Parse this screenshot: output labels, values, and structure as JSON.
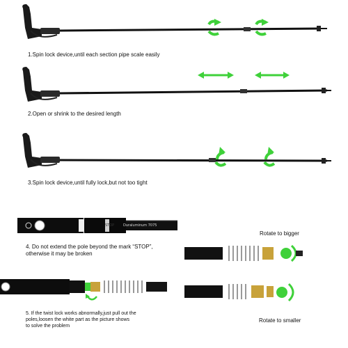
{
  "steps": [
    {
      "number": "1.",
      "text": "Spin lock device,until each section pipe scale easily"
    },
    {
      "number": "2.",
      "text": "Open or shrink to the desired length"
    },
    {
      "number": "3.",
      "text": "Spin lock device,until fully lock,but not too tight"
    }
  ],
  "tip4": {
    "line1": "4. Do not extend the pole beyond the mark “STOP”,",
    "line2": "otherwise it may be broken",
    "pole_text": "Duraluminum 7075",
    "stop_mark": "STOP"
  },
  "tip5": {
    "line1": "5. If the twist lock works abnormally,just pull out the",
    "line2": "poles,loosen the white part as the picture shows",
    "line3": "to solve the problem"
  },
  "rotate": {
    "bigger": "Rotate to bigger",
    "smaller": "Rotate to smaller"
  },
  "colors": {
    "accent_green": "#3fd13a",
    "pole_black": "#111111",
    "brass": "#c8a23a"
  },
  "icons": [
    "rotate-arrow-icon",
    "double-arrow-icon",
    "rotate-back-arrow-icon"
  ]
}
